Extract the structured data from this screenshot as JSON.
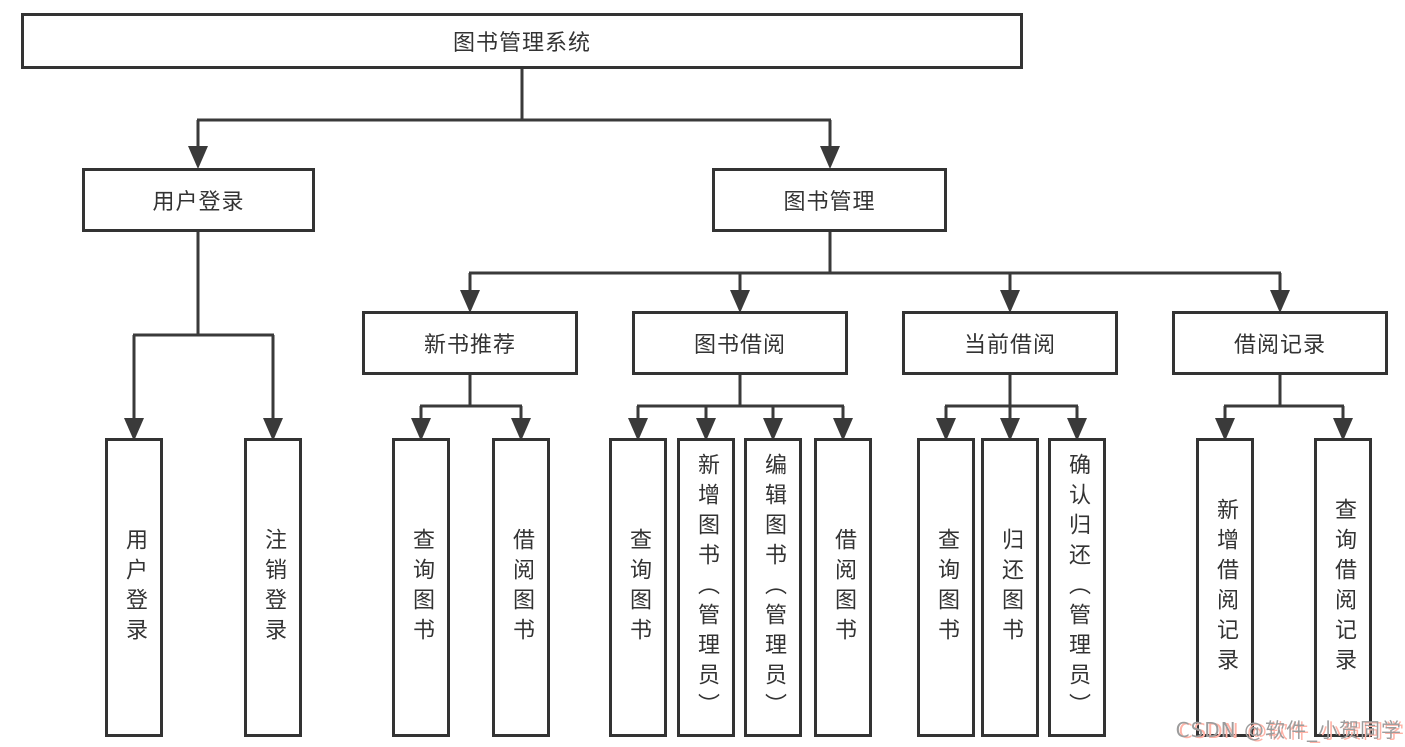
{
  "diagram": {
    "root": {
      "label": "图书管理系统"
    },
    "level2": [
      {
        "label": "用户登录"
      },
      {
        "label": "图书管理"
      }
    ],
    "level3": [
      {
        "label": "新书推荐"
      },
      {
        "label": "图书借阅"
      },
      {
        "label": "当前借阅"
      },
      {
        "label": "借阅记录"
      }
    ],
    "leaves": {
      "user_login": [
        "用户登录",
        "注销登录"
      ],
      "new_book": [
        "查询图书",
        "借阅图书"
      ],
      "book_borrow": [
        "查询图书",
        "新增图书（管理员）",
        "编辑图书（管理员）",
        "借阅图书"
      ],
      "current_borrow": [
        "查询图书",
        "归还图书",
        "确认归还（管理员）"
      ],
      "borrow_record": [
        "新增借阅记录",
        "查询借阅记录"
      ]
    }
  },
  "watermark": {
    "text": "CSDN @软件_小贺同学"
  },
  "colors": {
    "line": "#3a3a3a",
    "box_border": "#333333",
    "text": "#333333",
    "watermark_gray": "#9c9c9c",
    "watermark_shadow": "#ffb3a7"
  }
}
